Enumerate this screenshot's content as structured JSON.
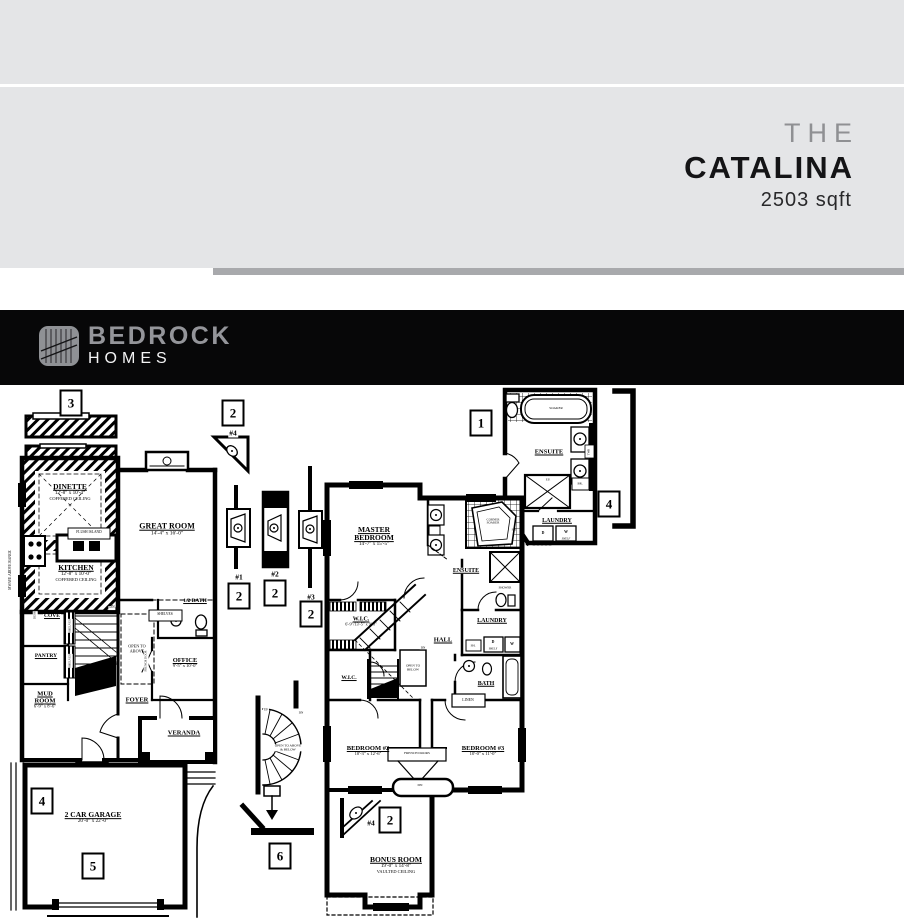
{
  "header": {
    "the": "THE",
    "title": "CATALINA",
    "sqft": "2503 sqft"
  },
  "logo": {
    "name": "BEDROCK",
    "sub": "HOMES"
  },
  "callouts": {
    "n1": "1",
    "n2": "2",
    "n3": "3",
    "n4": "4",
    "n5": "5",
    "n6": "6",
    "h1": "#1",
    "h2": "#2",
    "h3": "#3",
    "h4": "#4"
  },
  "main_floor": {
    "dinette": {
      "name": "DINETTE",
      "dims": "12'-8\" x 10'-4\"",
      "note": "COFFERED CEILING"
    },
    "great_room": {
      "name": "GREAT ROOM",
      "dims": "14'-4\" x 16'-0\""
    },
    "kitchen": {
      "name": "KITCHEN",
      "dims": "12'-8\" x 10'-0\"",
      "note": "COFFERED CEILING"
    },
    "flush_island": "FLUSH ISLAND",
    "mwave": "MWAVE ABOVE RANGE",
    "cove": "COVE",
    "desk": "DESK",
    "pantry": "PANTRY",
    "mud_room": {
      "name": "MUD ROOM",
      "dims": "6'-9\" x 8'-6\""
    },
    "shelves": "SHELVES",
    "open_above": "OPEN TO ABOVE",
    "dn": "DN",
    "half_bath": {
      "name": "1/2 BATH"
    },
    "office": {
      "name": "OFFICE",
      "dims": "9'-5\" x 10'-0\""
    },
    "french_door": "FRENCH DOOR",
    "foyer": "FOYER",
    "veranda": "VERANDA",
    "garage": {
      "name": "2 CAR GARAGE",
      "dims": "20'-0\" x 22'-0\""
    }
  },
  "stair_detail": {
    "open": "OPEN TO ABOVE & BELOW",
    "up": "UP",
    "dn": "DN"
  },
  "upper_floor": {
    "master": {
      "name": "MASTER BEDROOM",
      "dims": "14'-7\" x 15'-5\""
    },
    "ensuite": "ENSUITE",
    "corner_soaker": "CORNER SOAKER",
    "shower": "SHOWER",
    "wic": {
      "name": "W.I.C.",
      "dims": "6'-9\"/13'-5\" x 9'-8\""
    },
    "wic2": "W.I.C.",
    "hall": "HALL",
    "laundry": "LAUNDRY",
    "open_below": "OPEN TO BELOW",
    "dn": "DN",
    "bath": "BATH",
    "linen": "LINEN",
    "sh": "SH.",
    "d": "D",
    "w": "W",
    "shelf": "SHELF",
    "bed2": {
      "name": "BEDROOM #2",
      "dims": "10'-3\" x 12'-6\""
    },
    "bed3": {
      "name": "BEDROOM #3",
      "dims": "10'-0\" x 11'-0\""
    },
    "french_doors": "FRENCH DOORS",
    "bonus": {
      "name": "BONUS ROOM",
      "dims": "19'-0\" x 14'-8\"",
      "note": "VAULTED CEILING"
    }
  },
  "ensuite_detail": {
    "ensuite": "ENSUITE",
    "soaker": "SOAKER",
    "laundry": "LAUNDRY",
    "fp": "F.P.",
    "br": "BR.",
    "twr": "TWR",
    "sh": "SH.",
    "d": "D",
    "w": "W",
    "shelf": "SHELF"
  }
}
